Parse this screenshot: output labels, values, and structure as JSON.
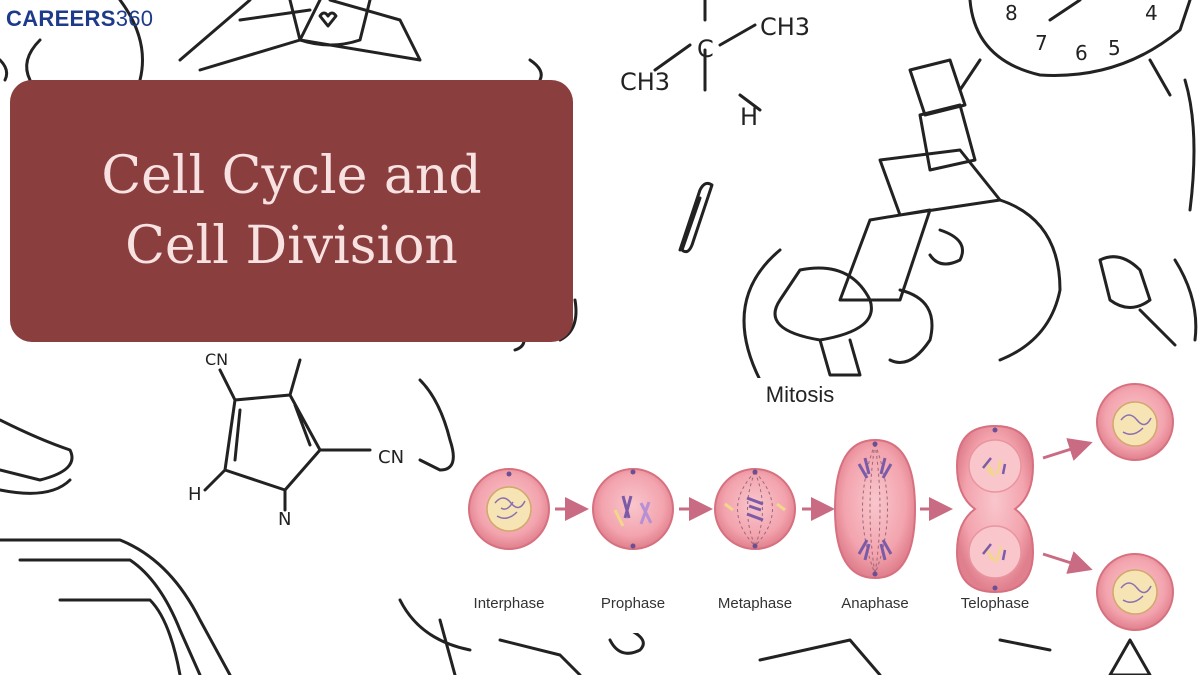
{
  "logo": {
    "text": "CAREERS",
    "number": "360",
    "color": "#1e3a8a"
  },
  "title": {
    "text": "Cell Cycle and Cell Division",
    "card_color": "#8a3e3e",
    "text_color": "#f7e1e1"
  },
  "diagram": {
    "title": "Mitosis",
    "stages": [
      "Interphase",
      "Prophase",
      "Metaphase",
      "Anaphase",
      "Telophase"
    ]
  },
  "sketch_text": {
    "ch3_left": "CH3",
    "ch3_right": "CH3",
    "carbon": "C",
    "hydrogen_top": "H",
    "cn_top": "CN",
    "cn_right": "CN",
    "hydrogen_ring": "H",
    "nitrogen": "N",
    "clock_digits": [
      "8",
      "7",
      "6",
      "5",
      "4"
    ]
  }
}
